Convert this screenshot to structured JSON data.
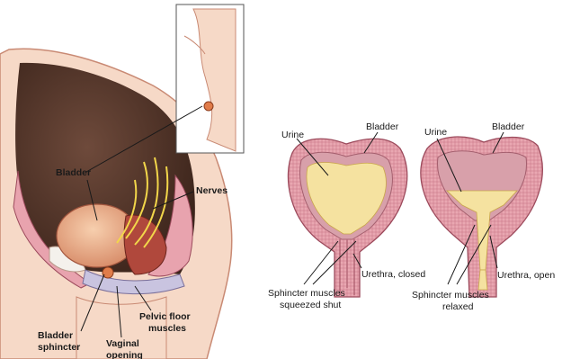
{
  "left_figure": {
    "labels": {
      "bladder": "Bladder",
      "nerves": "Nerves",
      "bladder_sphincter_1": "Bladder",
      "bladder_sphincter_2": "sphincter",
      "vaginal_opening_1": "Vaginal",
      "vaginal_opening_2": "opening",
      "pelvic_floor_1": "Pelvic floor",
      "pelvic_floor_2": "muscles"
    }
  },
  "middle_figure": {
    "labels": {
      "urine": "Urine",
      "bladder": "Bladder",
      "urethra": "Urethra, closed",
      "sphincter_1": "Sphincter muscles",
      "sphincter_2": "squeezed shut"
    }
  },
  "right_figure": {
    "labels": {
      "urine": "Urine",
      "bladder": "Bladder",
      "urethra": "Urethra, open",
      "sphincter_1": "Sphincter muscles",
      "sphincter_2": "relaxed"
    }
  },
  "colors": {
    "skin": "#f6d9c7",
    "skin_outline": "#c98a74",
    "cavity": "#5a3a2e",
    "bladder_fill": "#e8b08a",
    "nerves": "#f2d64a",
    "tissue": "#e8a3ae",
    "tissue_outline": "#9c4a5c",
    "urine": "#f5e2a0"
  }
}
